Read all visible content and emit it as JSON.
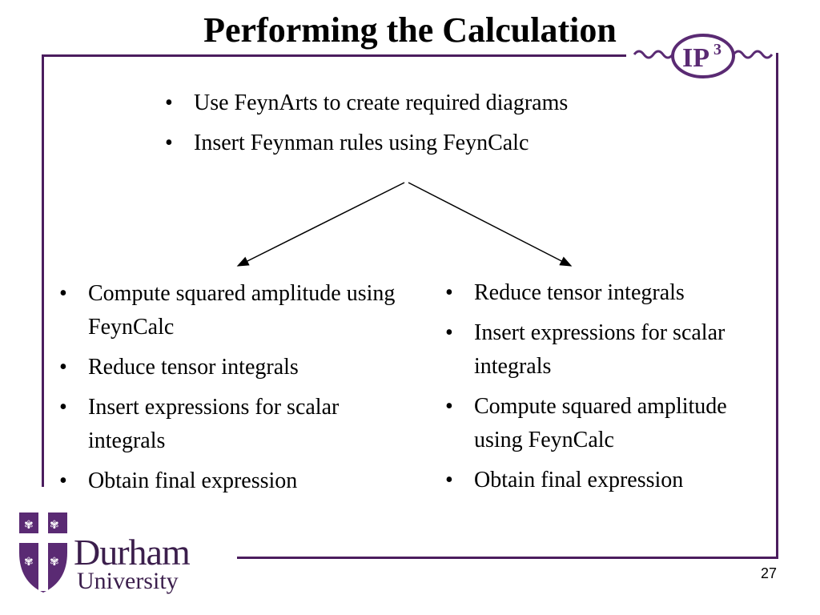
{
  "slide": {
    "title": "Performing the Calculation",
    "page_number": "27"
  },
  "top_bullets": [
    "Use FeynArts to create required diagrams",
    "Insert Feynman rules using FeynCalc"
  ],
  "left_bullets": [
    "Compute squared amplitude using FeynCalc",
    "Reduce tensor integrals",
    "Insert expressions for scalar integrals",
    "Obtain final expression"
  ],
  "right_bullets": [
    "Reduce tensor integrals",
    "Insert expressions for scalar integrals",
    "Compute squared amplitude using FeynCalc",
    "Obtain final expression"
  ],
  "logos": {
    "ip3_text": "IP",
    "ip3_superscript": "3",
    "university_name": "Durham",
    "university_sub": "University"
  },
  "colors": {
    "frame": "#4b1d5e",
    "brand_purple": "#5a2a73"
  }
}
